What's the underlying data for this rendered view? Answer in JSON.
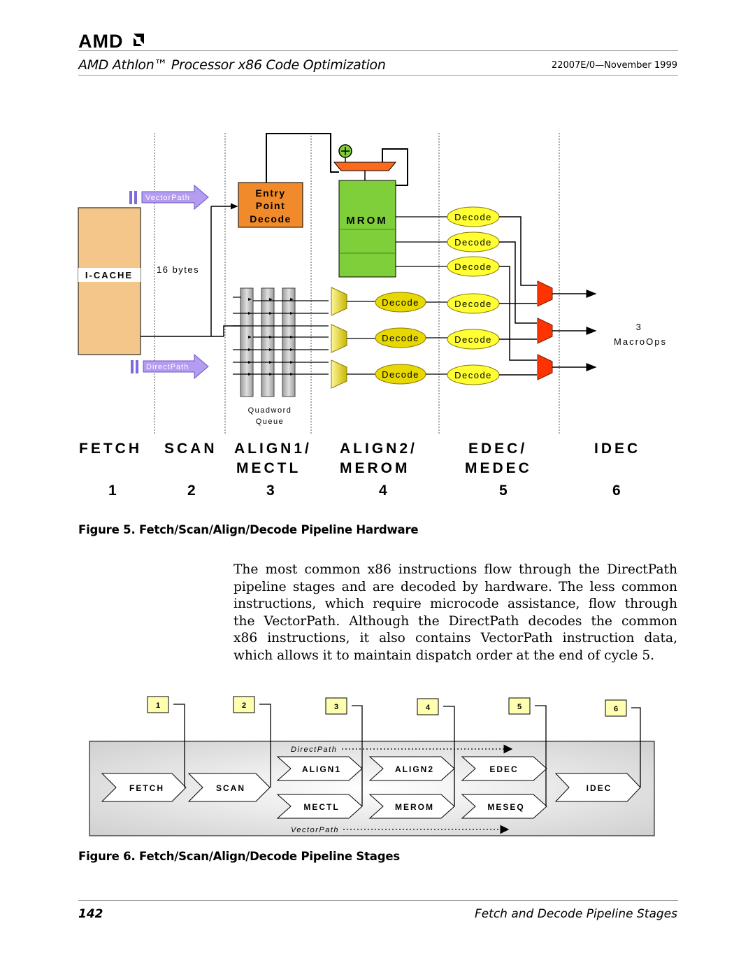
{
  "header": {
    "logo_text": "AMD",
    "doc_title": "AMD Athlon™ Processor x86 Code Optimization",
    "doc_id": "22007E/0—November 1999"
  },
  "figure5": {
    "vectorpath_label": "VectorPath",
    "directpath_label": "DirectPath",
    "icache_label": "I-CACHE",
    "bytes_label": "16 bytes",
    "entry_point": [
      "Entry",
      "Point",
      "Decode"
    ],
    "mrom_label": "MROM",
    "decode_label": "Decode",
    "queue_label": [
      "Quadword",
      "Queue"
    ],
    "macroops_label": [
      "3",
      "MacroOps"
    ],
    "stage_names": [
      {
        "line1": "FETCH",
        "line2": ""
      },
      {
        "line1": "SCAN",
        "line2": ""
      },
      {
        "line1": "ALIGN1/",
        "line2": "MECTL"
      },
      {
        "line1": "ALIGN2/",
        "line2": "MEROM"
      },
      {
        "line1": "EDEC/",
        "line2": "MEDEC"
      },
      {
        "line1": "IDEC",
        "line2": ""
      }
    ],
    "stage_numbers": [
      "1",
      "2",
      "3",
      "4",
      "5",
      "6"
    ],
    "caption": "Figure 5.   Fetch/Scan/Align/Decode Pipeline Hardware"
  },
  "body_text": {
    "lines": [
      "The most common x86 instructions flow through the DirectPath",
      "pipeline stages and are decoded by hardware. The less common",
      "instructions, which require microcode assistance, flow through",
      "the VectorPath. Although the DirectPath decodes the common",
      "x86 instructions, it also contains VectorPath instruction data,",
      "which allows it to maintain dispatch order at the end of cycle 5."
    ]
  },
  "figure6": {
    "numbers": [
      "1",
      "2",
      "3",
      "4",
      "5",
      "6"
    ],
    "directpath_label": "DirectPath",
    "vectorpath_label": "VectorPath",
    "stages": {
      "fetch": "FETCH",
      "scan": "SCAN",
      "align1": "ALIGN1",
      "align2": "ALIGN2",
      "edec": "EDEC",
      "mectl": "MECTL",
      "merom": "MEROM",
      "meseq": "MESEQ",
      "idec": "IDEC"
    },
    "caption": "Figure 6.   Fetch/Scan/Align/Decode Pipeline Stages"
  },
  "footer": {
    "page_number": "142",
    "section_title": "Fetch and Decode Pipeline Stages"
  },
  "colors": {
    "entry_point": "#f08a2a",
    "mrom": "#7fcf3a",
    "decode": "#ffff33",
    "mux_yellow": "#d8c800",
    "mux_red": "#ff3300",
    "icache": "#f5c68a",
    "path_arrow": "#a78ae6"
  }
}
